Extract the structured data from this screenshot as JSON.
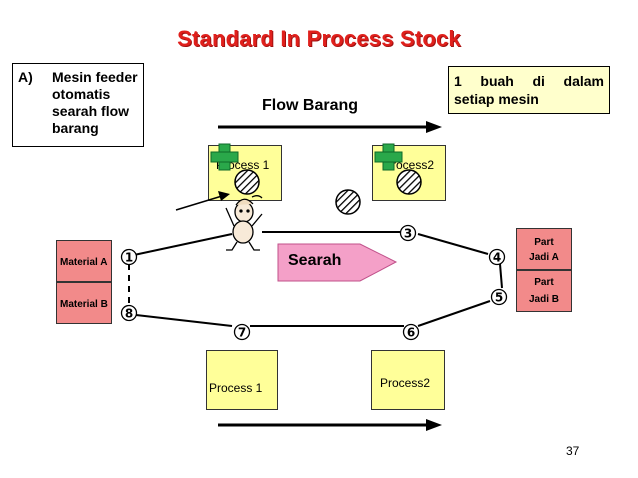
{
  "title": "Standard In Process Stock",
  "note_a": {
    "label": "A)",
    "text": "Mesin feeder otomatis searah flow barang"
  },
  "note_b": {
    "text": "1 buah di dalam setiap mesin"
  },
  "flow_label": "Flow Barang",
  "machines": {
    "top_process1": "Process 1",
    "top_process2": "Process2",
    "bottom_process1": "Process 1",
    "bottom_process2": "Process2"
  },
  "materials": {
    "a": "Material A",
    "b": "Material B"
  },
  "parts": {
    "a_line1": "Part",
    "a_line2": "Jadi A",
    "b_line1": "Part",
    "b_line2": "Jadi B"
  },
  "direction_label": "Searah",
  "steps": [
    "1",
    "3",
    "4",
    "5",
    "6",
    "7",
    "8"
  ],
  "page_number": "37",
  "colors": {
    "title": "#e0201c",
    "machine": "#ffff99",
    "material": "#f28a8a",
    "arrow": "#f4a0c8",
    "cross": "#2aa84a"
  }
}
